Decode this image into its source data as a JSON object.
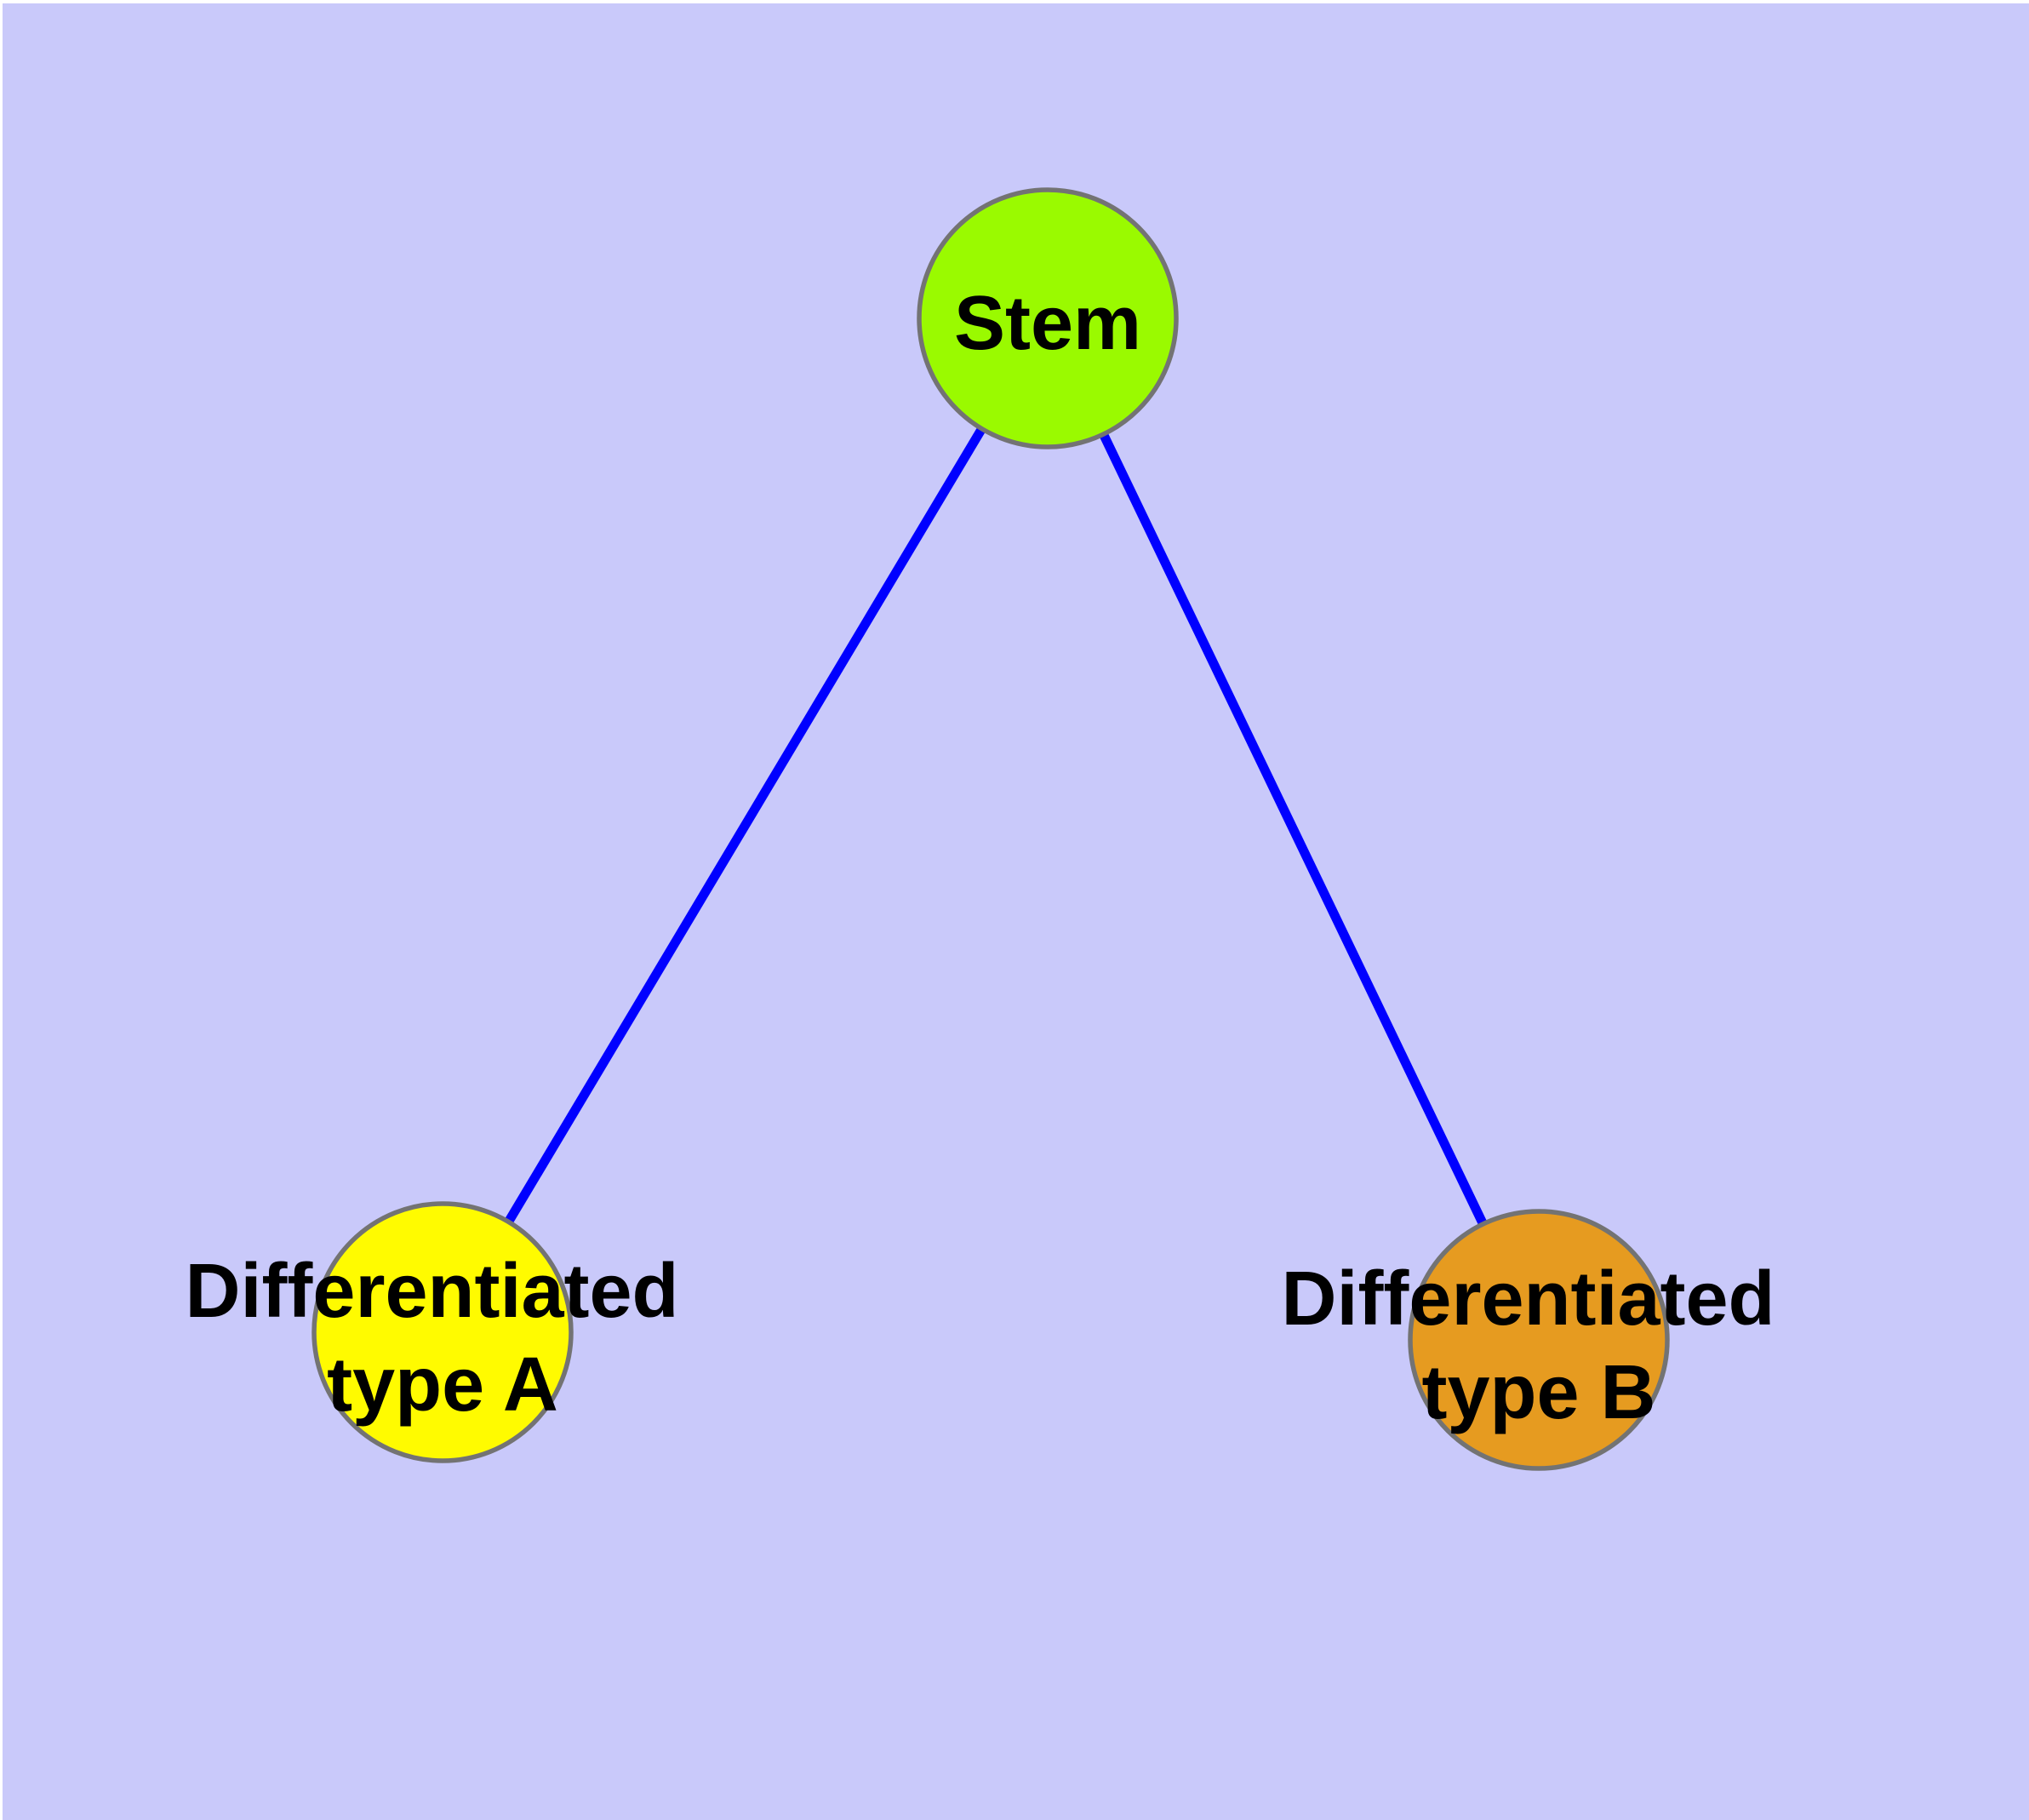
{
  "canvas": {
    "outer_margin_color": "#ffffff",
    "background_color": "#c9c9fa"
  },
  "diagram": {
    "type": "tree-graph",
    "node_border_color": "#737373",
    "edge_color": "#0000ff",
    "label_color": "#000000",
    "nodes": [
      {
        "id": "stem",
        "label": "Stem",
        "lines": [
          "Stem"
        ],
        "fill": "#9afa00"
      },
      {
        "id": "differentiated-type-a",
        "label": "Differentiated type A",
        "lines": [
          "Differentiated",
          "type A"
        ],
        "fill": "#fffb00"
      },
      {
        "id": "differentiated-type-b",
        "label": "Differentiated type B",
        "lines": [
          "Differentiated",
          "type B"
        ],
        "fill": "#e69b20"
      }
    ],
    "edges": [
      {
        "from": "Stem",
        "to": "Differentiated type A"
      },
      {
        "from": "Stem",
        "to": "Differentiated type B"
      }
    ]
  }
}
